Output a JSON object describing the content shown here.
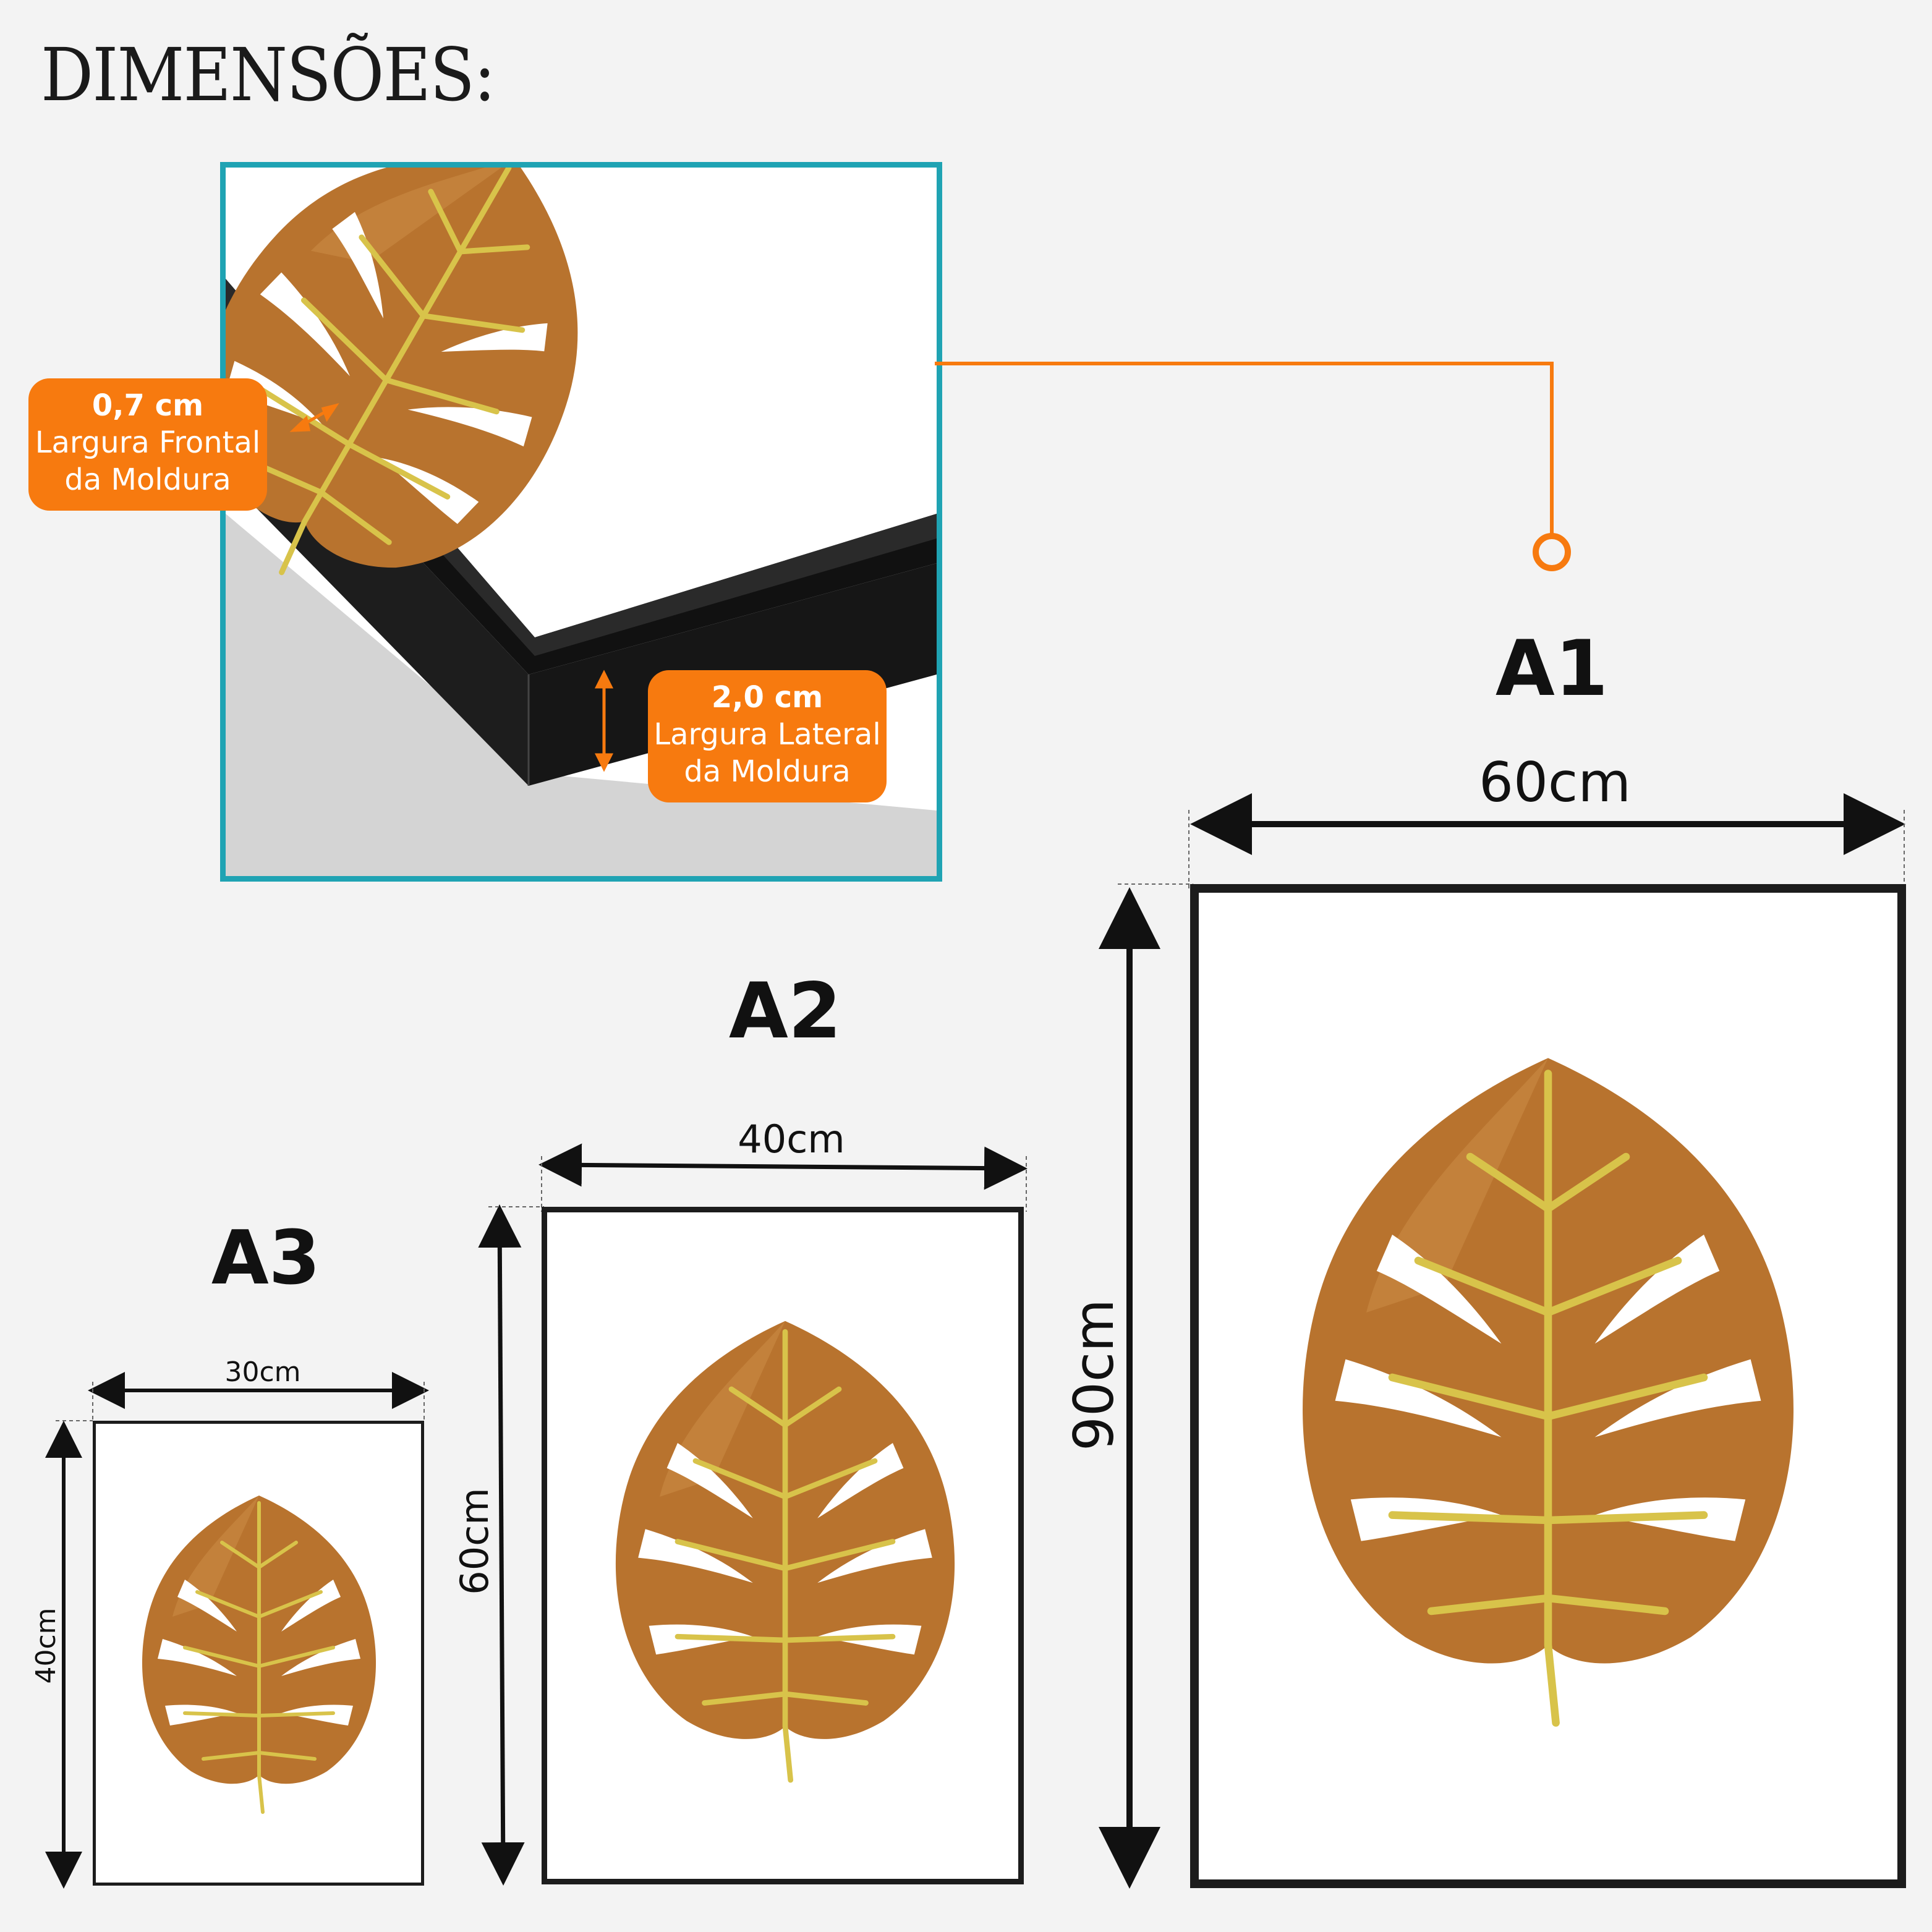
{
  "title": "DIMENSÕES:",
  "inset": {
    "front_badge": {
      "value": "0,7 cm",
      "line1": "Largura Frontal",
      "line2": "da Moldura"
    },
    "side_badge": {
      "value": "2,0 cm",
      "line1": "Largura Lateral",
      "line2": "da Moldura"
    }
  },
  "sizes": [
    {
      "name": "A1",
      "width": "60cm",
      "height": "90cm"
    },
    {
      "name": "A2",
      "width": "40cm",
      "height": "60cm"
    },
    {
      "name": "A3",
      "width": "30cm",
      "height": "40cm"
    }
  ],
  "colors": {
    "accent": "#f77a0f",
    "inset_border": "#1fa3b3",
    "frame": "#1c1c1c",
    "leaf": "#b8732e",
    "vein": "#d8c34a"
  },
  "icons": [
    "monstera-leaf-icon",
    "double-arrow-icon",
    "connector-circle-icon"
  ]
}
